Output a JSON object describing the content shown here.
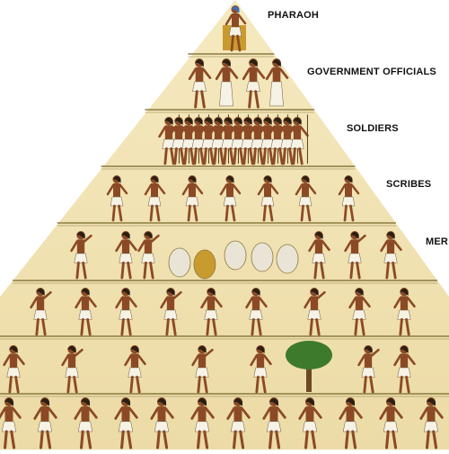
{
  "labels": {
    "pharaoh": "PHARAOH",
    "officials": "GOVERNMENT OFFICIALS",
    "soldiers": "SOLDIERS",
    "scribes": "SCRIBES",
    "merchants": "MER"
  },
  "colors": {
    "stone_face": "#f0e2b0",
    "stone_shade": "#c8b468",
    "band_line": "#8a7a40",
    "figure_skin": "#8b4a25",
    "figure_dark": "#2b1f14",
    "figure_white": "#f6f2e6",
    "accent_gold": "#c99a2e",
    "accent_blue": "#3f6fb0",
    "foliage": "#3e7a2c"
  }
}
